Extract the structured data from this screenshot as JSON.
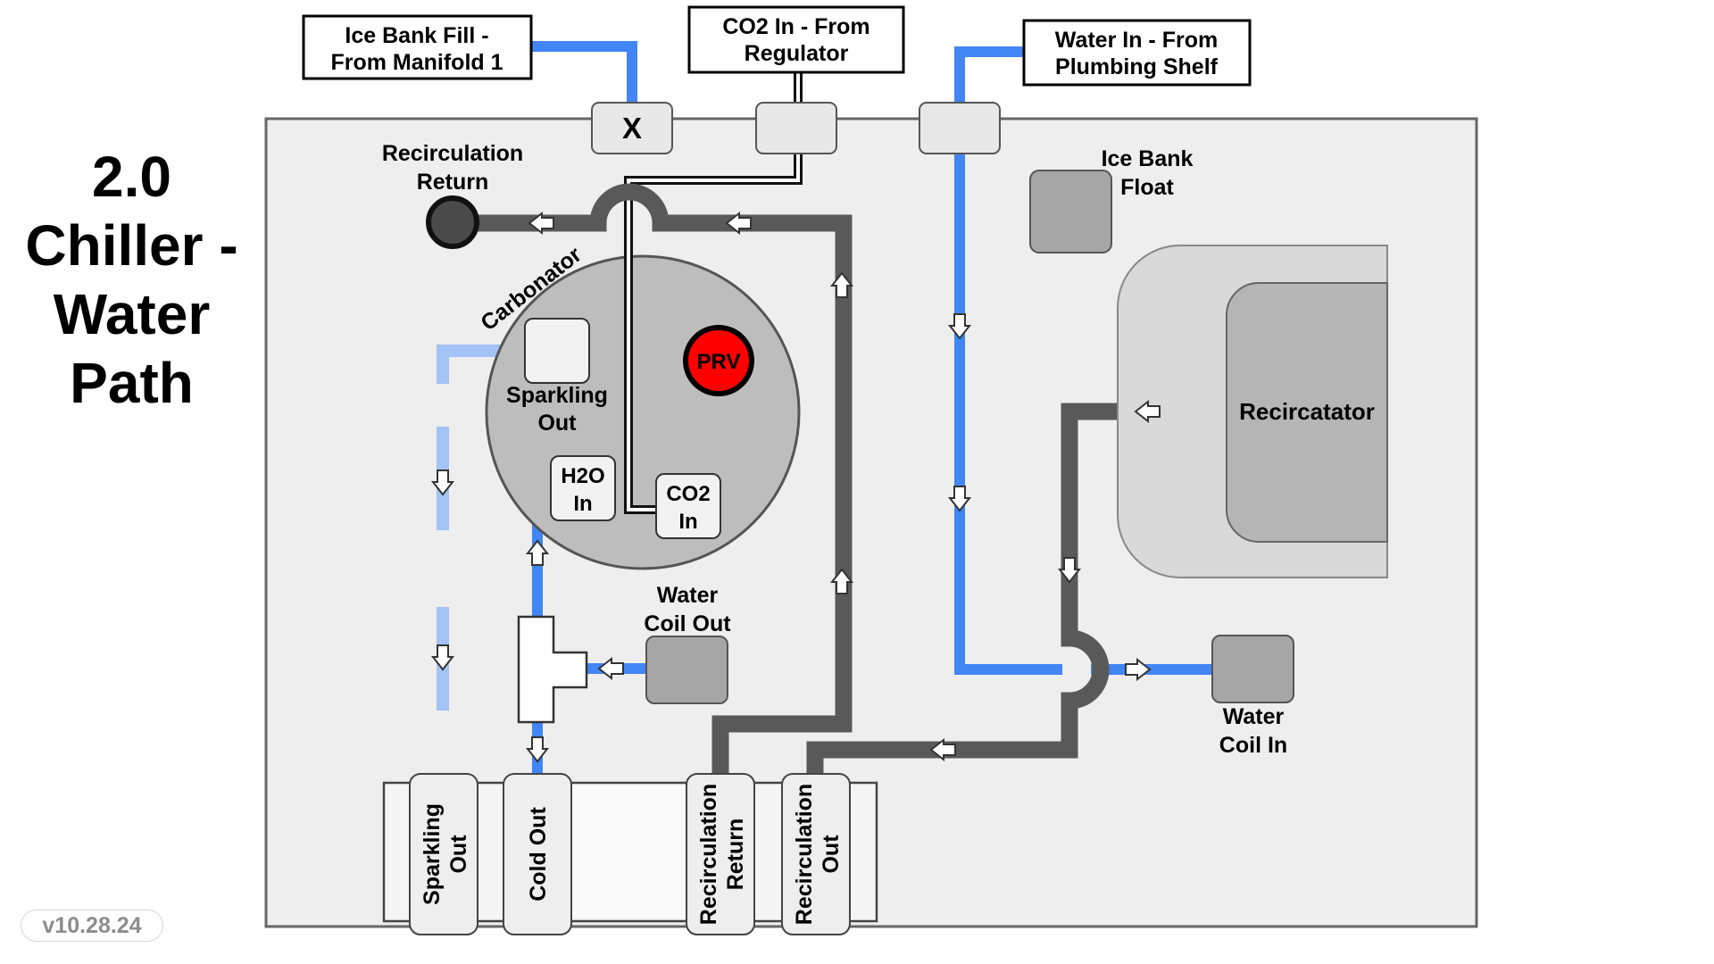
{
  "title": {
    "line1": "2.0",
    "line2": "Chiller -",
    "line3": "Water",
    "line4": "Path"
  },
  "version": "v10.28.24",
  "colors": {
    "water": "#4285f4",
    "water_light": "#a3c2f5",
    "recirculation": "#595959",
    "prv": "#ff0000",
    "panel": "#eeeeee"
  },
  "callouts": {
    "ice_bank_fill": [
      "Ice Bank Fill -",
      "From Manifold 1"
    ],
    "co2_in": [
      "CO2 In - From",
      "Regulator"
    ],
    "water_in": [
      "Water In - From",
      "Plumbing Shelf"
    ]
  },
  "fittings": {
    "ice_bank_fill_mark": "X"
  },
  "labels": {
    "recirculation_return": [
      "Recirculation",
      "Return"
    ],
    "ice_bank_float": [
      "Ice Bank",
      "Float"
    ],
    "carbonator": "Carbonator",
    "sparkling_out": [
      "Sparkling",
      "Out"
    ],
    "prv": "PRV",
    "h2o_in": [
      "H2O",
      "In"
    ],
    "co2_in": [
      "CO2",
      "In"
    ],
    "water_coil_out": [
      "Water",
      "Coil Out"
    ],
    "recircatator": "Recircatator",
    "water_coil_in": [
      "Water",
      "Coil In"
    ]
  },
  "outlets": [
    {
      "lines": [
        "Sparkling",
        "Out"
      ]
    },
    {
      "lines": [
        "Cold Out"
      ]
    },
    {
      "lines": [
        "Recirculation",
        "Return"
      ]
    },
    {
      "lines": [
        "Recirculation",
        "Out"
      ]
    }
  ]
}
